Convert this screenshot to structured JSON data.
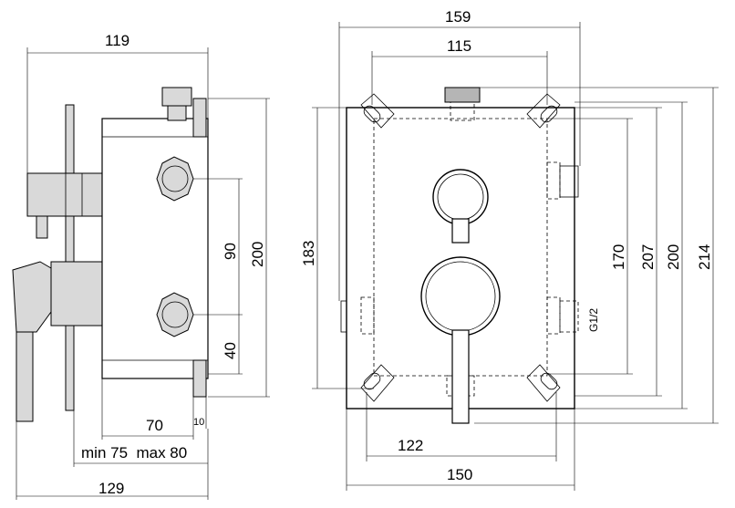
{
  "side_view": {
    "dims": {
      "top_width": "119",
      "spacing_90": "90",
      "height_200": "200",
      "gap_40": "40",
      "depth_70": "70",
      "offset_10": "10",
      "depth_range": "min 75  max 80",
      "total_129": "129"
    }
  },
  "front_view": {
    "dims": {
      "width_159": "159",
      "width_115": "115",
      "height_183": "183",
      "height_170": "170",
      "height_207": "207",
      "height_200": "200",
      "height_214": "214",
      "thread": "G1/2",
      "width_122": "122",
      "width_150": "150"
    }
  }
}
